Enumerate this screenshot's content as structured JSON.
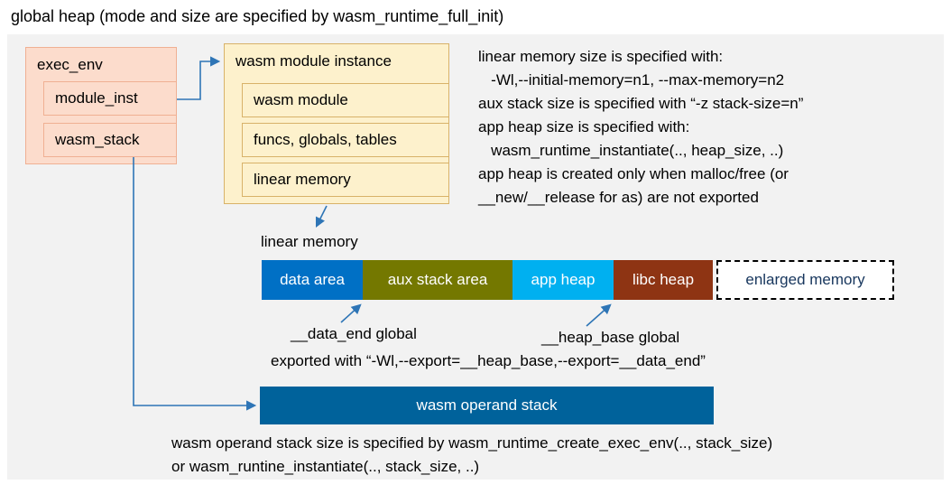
{
  "title": "global heap (mode and size are specified by wasm_runtime_full_init)",
  "exec_env_box": {
    "title": "exec_env",
    "items": [
      {
        "label": "module_inst"
      },
      {
        "label": "wasm_stack"
      }
    ],
    "fill": "#fcdccc",
    "border": "#f0b093"
  },
  "module_instance_box": {
    "title": "wasm module instance",
    "items": [
      {
        "label": "wasm module"
      },
      {
        "label": "funcs, globals, tables"
      },
      {
        "label": "linear memory"
      }
    ],
    "fill": "#fdf1cc",
    "border": "#d8b269"
  },
  "notes_right": {
    "lines": [
      "linear memory size is specified with:",
      "   -Wl,--initial-memory=n1, --max-memory=n2",
      "aux stack size is specified with “-z stack-size=n”",
      "app heap size is specified with:",
      "   wasm_runtime_instantiate(.., heap_size, ..)",
      "app heap is created only when malloc/free (or",
      "__new/__release for as) are not exported"
    ]
  },
  "linear_memory_label": "linear memory",
  "memory_bar": {
    "segments": [
      {
        "label": "data area",
        "color": "#0070c5",
        "text_color": "#ffffff"
      },
      {
        "label": "aux stack area",
        "color": "#747800",
        "text_color": "#ffffff"
      },
      {
        "label": "app heap",
        "color": "#00b0f0",
        "text_color": "#ffffff"
      },
      {
        "label": "libc heap",
        "color": "#8e3413",
        "text_color": "#ffffff"
      },
      {
        "label": "enlarged memory",
        "color": "#ffffff",
        "text_color": "#17365d",
        "border": "dashed"
      }
    ]
  },
  "annotations": {
    "data_end_label": "__data_end global",
    "heap_base_label": "__heap_base global",
    "export_note": "exported with “-Wl,--export=__heap_base,--export=__data_end”"
  },
  "operand_stack": {
    "label": "wasm operand stack",
    "color": "#00629b",
    "text_color": "#ffffff"
  },
  "bottom_notes": {
    "lines": [
      "wasm operand stack size is specified by wasm_runtime_create_exec_env(.., stack_size)",
      "or wasm_runtine_instantiate(.., stack_size, ..)"
    ]
  },
  "connector_color": "#2e75b6",
  "panel_color": "#f2f2f2"
}
